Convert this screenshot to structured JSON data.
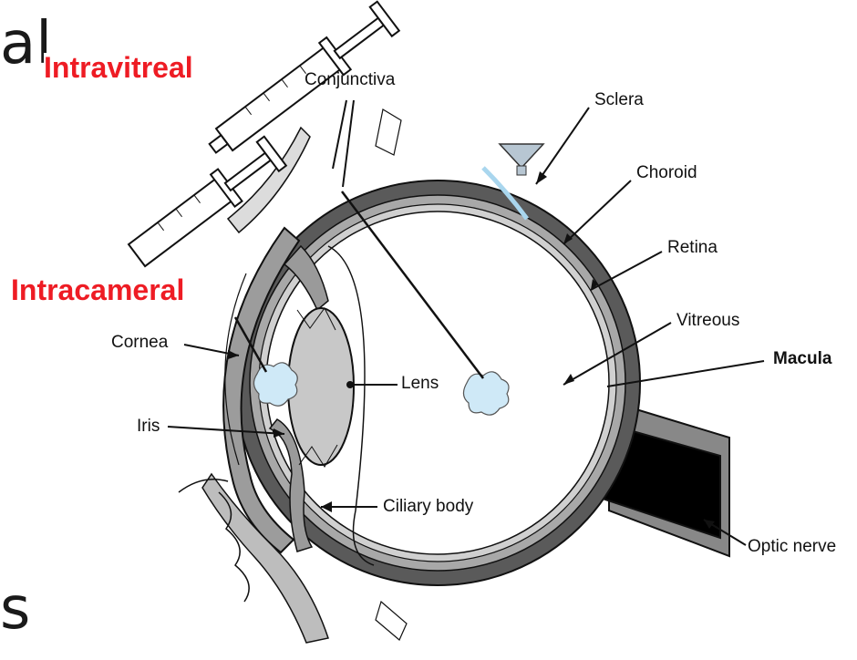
{
  "fragments": {
    "top_left": "al",
    "bottom_left": "s"
  },
  "routes": {
    "intravitreal": "Intravitreal",
    "intracameral": "Intracameral"
  },
  "labels": {
    "conjunctiva": "Conjunctiva",
    "sclera": "Sclera",
    "choroid": "Choroid",
    "retina": "Retina",
    "vitreous": "Vitreous",
    "macula": "Macula",
    "cornea": "Cornea",
    "lens": "Lens",
    "iris": "Iris",
    "ciliary_body": "Ciliary body",
    "optic_nerve": "Optic nerve"
  },
  "colors": {
    "route_label": "#ee1c24",
    "sclera": "#5a5a5a",
    "choroid": "#a8a8a8",
    "lens": "#c8c8c8",
    "drug_depot": "#cfe9f7",
    "outline": "#111111"
  }
}
